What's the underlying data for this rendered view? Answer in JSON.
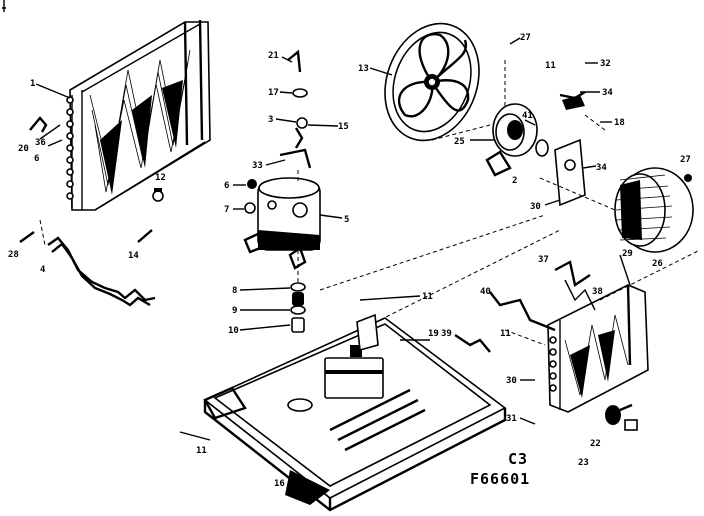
{
  "figure": {
    "caption_section": "C3",
    "caption_code": "F66601"
  },
  "callouts": [
    {
      "key": "c1",
      "text": "1"
    },
    {
      "key": "c36",
      "text": "36"
    },
    {
      "key": "c20",
      "text": "20"
    },
    {
      "key": "c6a",
      "text": "6"
    },
    {
      "key": "c12",
      "text": "12"
    },
    {
      "key": "c14",
      "text": "14"
    },
    {
      "key": "c28",
      "text": "28"
    },
    {
      "key": "c4",
      "text": "4"
    },
    {
      "key": "c21",
      "text": "21"
    },
    {
      "key": "c17",
      "text": "17"
    },
    {
      "key": "c3",
      "text": "3"
    },
    {
      "key": "c15",
      "text": "15"
    },
    {
      "key": "c33",
      "text": "33"
    },
    {
      "key": "c6b",
      "text": "6"
    },
    {
      "key": "c7",
      "text": "7"
    },
    {
      "key": "c5",
      "text": "5"
    },
    {
      "key": "c8",
      "text": "8"
    },
    {
      "key": "c9",
      "text": "9"
    },
    {
      "key": "c10",
      "text": "10"
    },
    {
      "key": "c11a",
      "text": "11"
    },
    {
      "key": "c13",
      "text": "13"
    },
    {
      "key": "c27a",
      "text": "27"
    },
    {
      "key": "c11b",
      "text": "11"
    },
    {
      "key": "c32",
      "text": "32"
    },
    {
      "key": "c34a",
      "text": "34"
    },
    {
      "key": "c18",
      "text": "18"
    },
    {
      "key": "c41",
      "text": "41"
    },
    {
      "key": "c25",
      "text": "25"
    },
    {
      "key": "c34b",
      "text": "34"
    },
    {
      "key": "c27b",
      "text": "27"
    },
    {
      "key": "c2",
      "text": "2"
    },
    {
      "key": "c30a",
      "text": "30"
    },
    {
      "key": "c26",
      "text": "26"
    },
    {
      "key": "c29",
      "text": "29"
    },
    {
      "key": "c37",
      "text": "37"
    },
    {
      "key": "c38",
      "text": "38"
    },
    {
      "key": "c40",
      "text": "40"
    },
    {
      "key": "c19",
      "text": "19"
    },
    {
      "key": "c39",
      "text": "39"
    },
    {
      "key": "c11c",
      "text": "11"
    },
    {
      "key": "c30b",
      "text": "30"
    },
    {
      "key": "c31",
      "text": "31"
    },
    {
      "key": "c22",
      "text": "22"
    },
    {
      "key": "c23",
      "text": "23"
    },
    {
      "key": "c11d",
      "text": "11"
    },
    {
      "key": "c16",
      "text": "16"
    }
  ]
}
